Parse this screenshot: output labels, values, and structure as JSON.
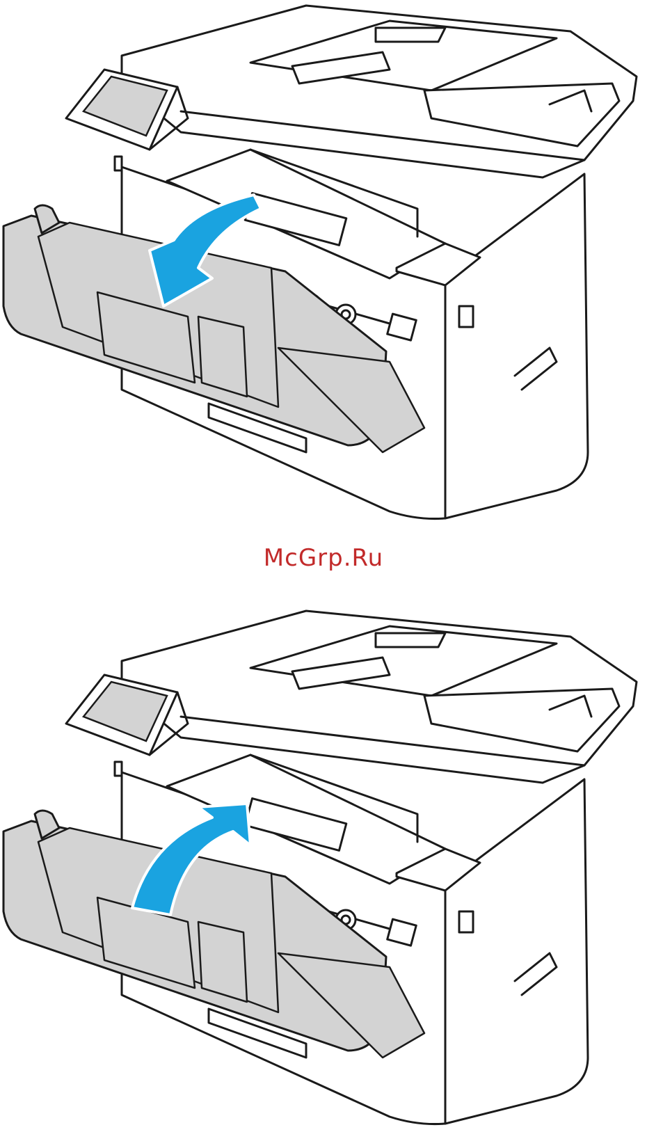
{
  "illustrations": [
    {
      "label": "open-front-door",
      "arrow_direction": "down-toward-user",
      "arrow_color": "#1aa3e0"
    },
    {
      "label": "close-front-door",
      "arrow_direction": "up-toward-printer",
      "arrow_color": "#1aa3e0"
    }
  ],
  "watermark": {
    "text": "McGrp.Ru",
    "color": "#c22a2a"
  },
  "colors": {
    "door_fill": "#d3d3d3",
    "line": "#1a1a1a",
    "arrow": "#1aa3e0"
  }
}
